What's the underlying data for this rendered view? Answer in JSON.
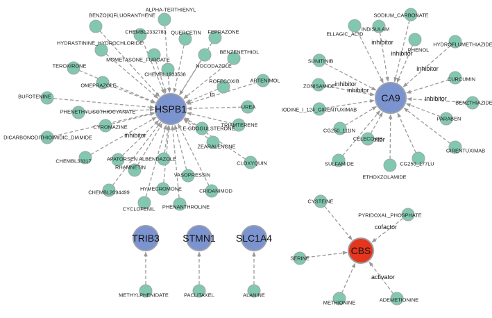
{
  "colors": {
    "target": "#7b93cf",
    "target_stroke": "#9aa0ad",
    "highlight": "#e5351d",
    "highlight_stroke": "#9e9e9e",
    "drug": "#82c7b0",
    "drug_stroke": "#9eaaa4",
    "edge": "#9a9a9a"
  },
  "targets": [
    {
      "id": "hspb1",
      "label": "HSPB1",
      "color": "target"
    },
    {
      "id": "ca9",
      "label": "CA9",
      "color": "target"
    },
    {
      "id": "cbs",
      "label": "CBS",
      "color": "highlight"
    },
    {
      "id": "trib3",
      "label": "TRIB3",
      "color": "target"
    },
    {
      "id": "stmn1",
      "label": "STMN1",
      "color": "target"
    },
    {
      "id": "slc1a4",
      "label": "SLC1A4",
      "color": "target"
    }
  ],
  "drugs": [
    {
      "id": "alpha_terthienyl",
      "label": "ALPHA-TERTHIENYL",
      "target": "hspb1"
    },
    {
      "id": "benzo_k_fluoranthene",
      "label": "BENZO(K)FLUORANTHENE",
      "target": "hspb1"
    },
    {
      "id": "chembl2332783",
      "label": "CHEMBL2332783",
      "target": "hspb1"
    },
    {
      "id": "quercetin",
      "label": "QUERCETIN",
      "target": "hspb1"
    },
    {
      "id": "feprazone",
      "label": "FEPRAZONE",
      "target": "hspb1"
    },
    {
      "id": "hydrastinine",
      "label": "HYDRASTININE_HYDROCHLORIDE",
      "target": "hspb1"
    },
    {
      "id": "mometasone",
      "label": "MOMETASONE_FUROATE",
      "target": "hspb1"
    },
    {
      "id": "nocodazole",
      "label": "NOCODAZOLE",
      "target": "hspb1"
    },
    {
      "id": "benzenethiol",
      "label": "BENZENETHIOL",
      "target": "hspb1"
    },
    {
      "id": "teroxirone",
      "label": "TEROXIRONE",
      "target": "hspb1"
    },
    {
      "id": "chembl1933538",
      "label": "CHEMBL1933538",
      "target": "hspb1"
    },
    {
      "id": "artenimol",
      "label": "ARTENIMOL",
      "target": "hspb1"
    },
    {
      "id": "omeprazole",
      "label": "OMEPRAZOLE",
      "target": "hspb1"
    },
    {
      "id": "rofecoxib",
      "label": "ROFECOXIB",
      "target": "hspb1"
    },
    {
      "id": "bufotenine",
      "label": "BUFOTENINE",
      "target": "hspb1"
    },
    {
      "id": "urea",
      "label": "UREA",
      "target": "hspb1"
    },
    {
      "id": "phenethyl",
      "label": "PHENETHYLISOTHIOCYANATE",
      "target": "hspb1"
    },
    {
      "id": "triamterene",
      "label": "TRIAMTERENE",
      "target": "hspb1"
    },
    {
      "id": "cyromazine",
      "label": "CYROMAZINE",
      "target": "hspb1"
    },
    {
      "id": "guggulsterone",
      "label": "E-GUGGULSTERONE",
      "target": "hspb1"
    },
    {
      "id": "dicarbono",
      "label": "DICARBONODITHIOIMIDIC_DIAMIDE",
      "target": "hspb1"
    },
    {
      "id": "zearalenone",
      "label": "ZEARALENONE",
      "target": "hspb1"
    },
    {
      "id": "chembl33317",
      "label": "CHEMBL33317",
      "target": "hspb1"
    },
    {
      "id": "apatorsen",
      "label": "APATORSEN",
      "target": "hspb1"
    },
    {
      "id": "albendazole",
      "label": "ALBENDAZOLE",
      "target": "hspb1"
    },
    {
      "id": "cloxyquin",
      "label": "CLOXYQUIN",
      "target": "hspb1"
    },
    {
      "id": "rhamnetin",
      "label": "RHAMNETIN",
      "target": "hspb1"
    },
    {
      "id": "vasopressin",
      "label": "VASOPRESSIN",
      "target": "hspb1"
    },
    {
      "id": "chembl2094499",
      "label": "CHEMBL2094499",
      "target": "hspb1"
    },
    {
      "id": "hymecromone",
      "label": "HYMECROMONE",
      "target": "hspb1"
    },
    {
      "id": "cridanimod",
      "label": "CRIDANIMOD",
      "target": "hspb1"
    },
    {
      "id": "cyclofenil",
      "label": "CYCLOFENIL",
      "target": "hspb1"
    },
    {
      "id": "phenanthroline",
      "label": "PHENANTHROLINE",
      "target": "hspb1"
    },
    {
      "id": "sodium_carbonate",
      "label": "SODIUM_CARBONATE",
      "target": "ca9"
    },
    {
      "id": "ellagic_acid",
      "label": "ELLAGIC_ACID",
      "target": "ca9"
    },
    {
      "id": "indisulam",
      "label": "INDISULAM",
      "target": "ca9"
    },
    {
      "id": "phenol",
      "label": "PHENOL",
      "target": "ca9"
    },
    {
      "id": "hydroflumethiazide",
      "label": "HYDROFLUMETHIAZIDE",
      "target": "ca9"
    },
    {
      "id": "sunitinib",
      "label": "SUNITINIB",
      "target": "ca9"
    },
    {
      "id": "curcumin",
      "label": "CURCUMIN",
      "target": "ca9"
    },
    {
      "id": "zonisamide",
      "label": "ZONISAMIDE",
      "target": "ca9"
    },
    {
      "id": "benzthiazide",
      "label": "BENZTHIAZIDE",
      "target": "ca9"
    },
    {
      "id": "iodine_girentuximab",
      "label": "IODINE_I_124_GIRENTUXIMAB",
      "target": "ca9"
    },
    {
      "id": "paraben",
      "label": "PARABEN",
      "target": "ca9"
    },
    {
      "id": "cg250_111in",
      "label": "CG250_111IN",
      "target": "ca9"
    },
    {
      "id": "girentuximab",
      "label": "GIRENTUXIMAB",
      "target": "ca9"
    },
    {
      "id": "celecoxib",
      "label": "CELECOXIB",
      "target": "ca9"
    },
    {
      "id": "cg250_177lu",
      "label": "CG250_177LU",
      "target": "ca9"
    },
    {
      "id": "sulfamide",
      "label": "SULFAMIDE",
      "target": "ca9"
    },
    {
      "id": "ethoxzolamide",
      "label": "ETHOXZOLAMIDE",
      "target": "ca9"
    },
    {
      "id": "cysteine",
      "label": "CYSTEINE",
      "target": "cbs"
    },
    {
      "id": "pyridoxal",
      "label": "PYRIDOXAL_PHOSPHATE",
      "target": "cbs"
    },
    {
      "id": "serine",
      "label": "SERINE",
      "target": "cbs"
    },
    {
      "id": "methionine",
      "label": "METHIONINE",
      "target": "cbs"
    },
    {
      "id": "ademetionine",
      "label": "ADEMETIONINE",
      "target": "cbs"
    },
    {
      "id": "methylphenidate",
      "label": "METHYLPHENIDATE",
      "target": "trib3"
    },
    {
      "id": "paclitaxel",
      "label": "PACLITAXEL",
      "target": "stmn1"
    },
    {
      "id": "alanine",
      "label": "ALANINE",
      "target": "slc1a4"
    }
  ],
  "edge_labels": [
    {
      "id": "hspb1_inhibitor",
      "text": "inhibitor",
      "near": "hspb1"
    },
    {
      "id": "hspb1_rofecoxib_label",
      "text": "in",
      "near": "hspb1"
    },
    {
      "id": "ca9_inhibitor_top",
      "text": "inhibitor",
      "near": "ca9"
    },
    {
      "id": "ca9_inhibitor_phenol",
      "text": "inhibitor",
      "near": "ca9"
    },
    {
      "id": "ca9_inhibitor_right",
      "text": "inhibitor",
      "near": "ca9"
    },
    {
      "id": "ca9_inhibitor_left",
      "text": "inhibitor",
      "near": "ca9"
    },
    {
      "id": "ca9_inhibitor_ellagic",
      "text": "inhibitor",
      "near": "ca9"
    },
    {
      "id": "ca9_inhibitor_curcumin",
      "text": "inhibitor",
      "near": "ca9"
    },
    {
      "id": "ca9_inhibitor_bottom",
      "text": "inhibitor",
      "near": "ca9"
    },
    {
      "id": "cbs_cofactor",
      "text": "cofactor",
      "near": "cbs"
    },
    {
      "id": "cbs_activator",
      "text": "activator",
      "near": "cbs"
    }
  ]
}
